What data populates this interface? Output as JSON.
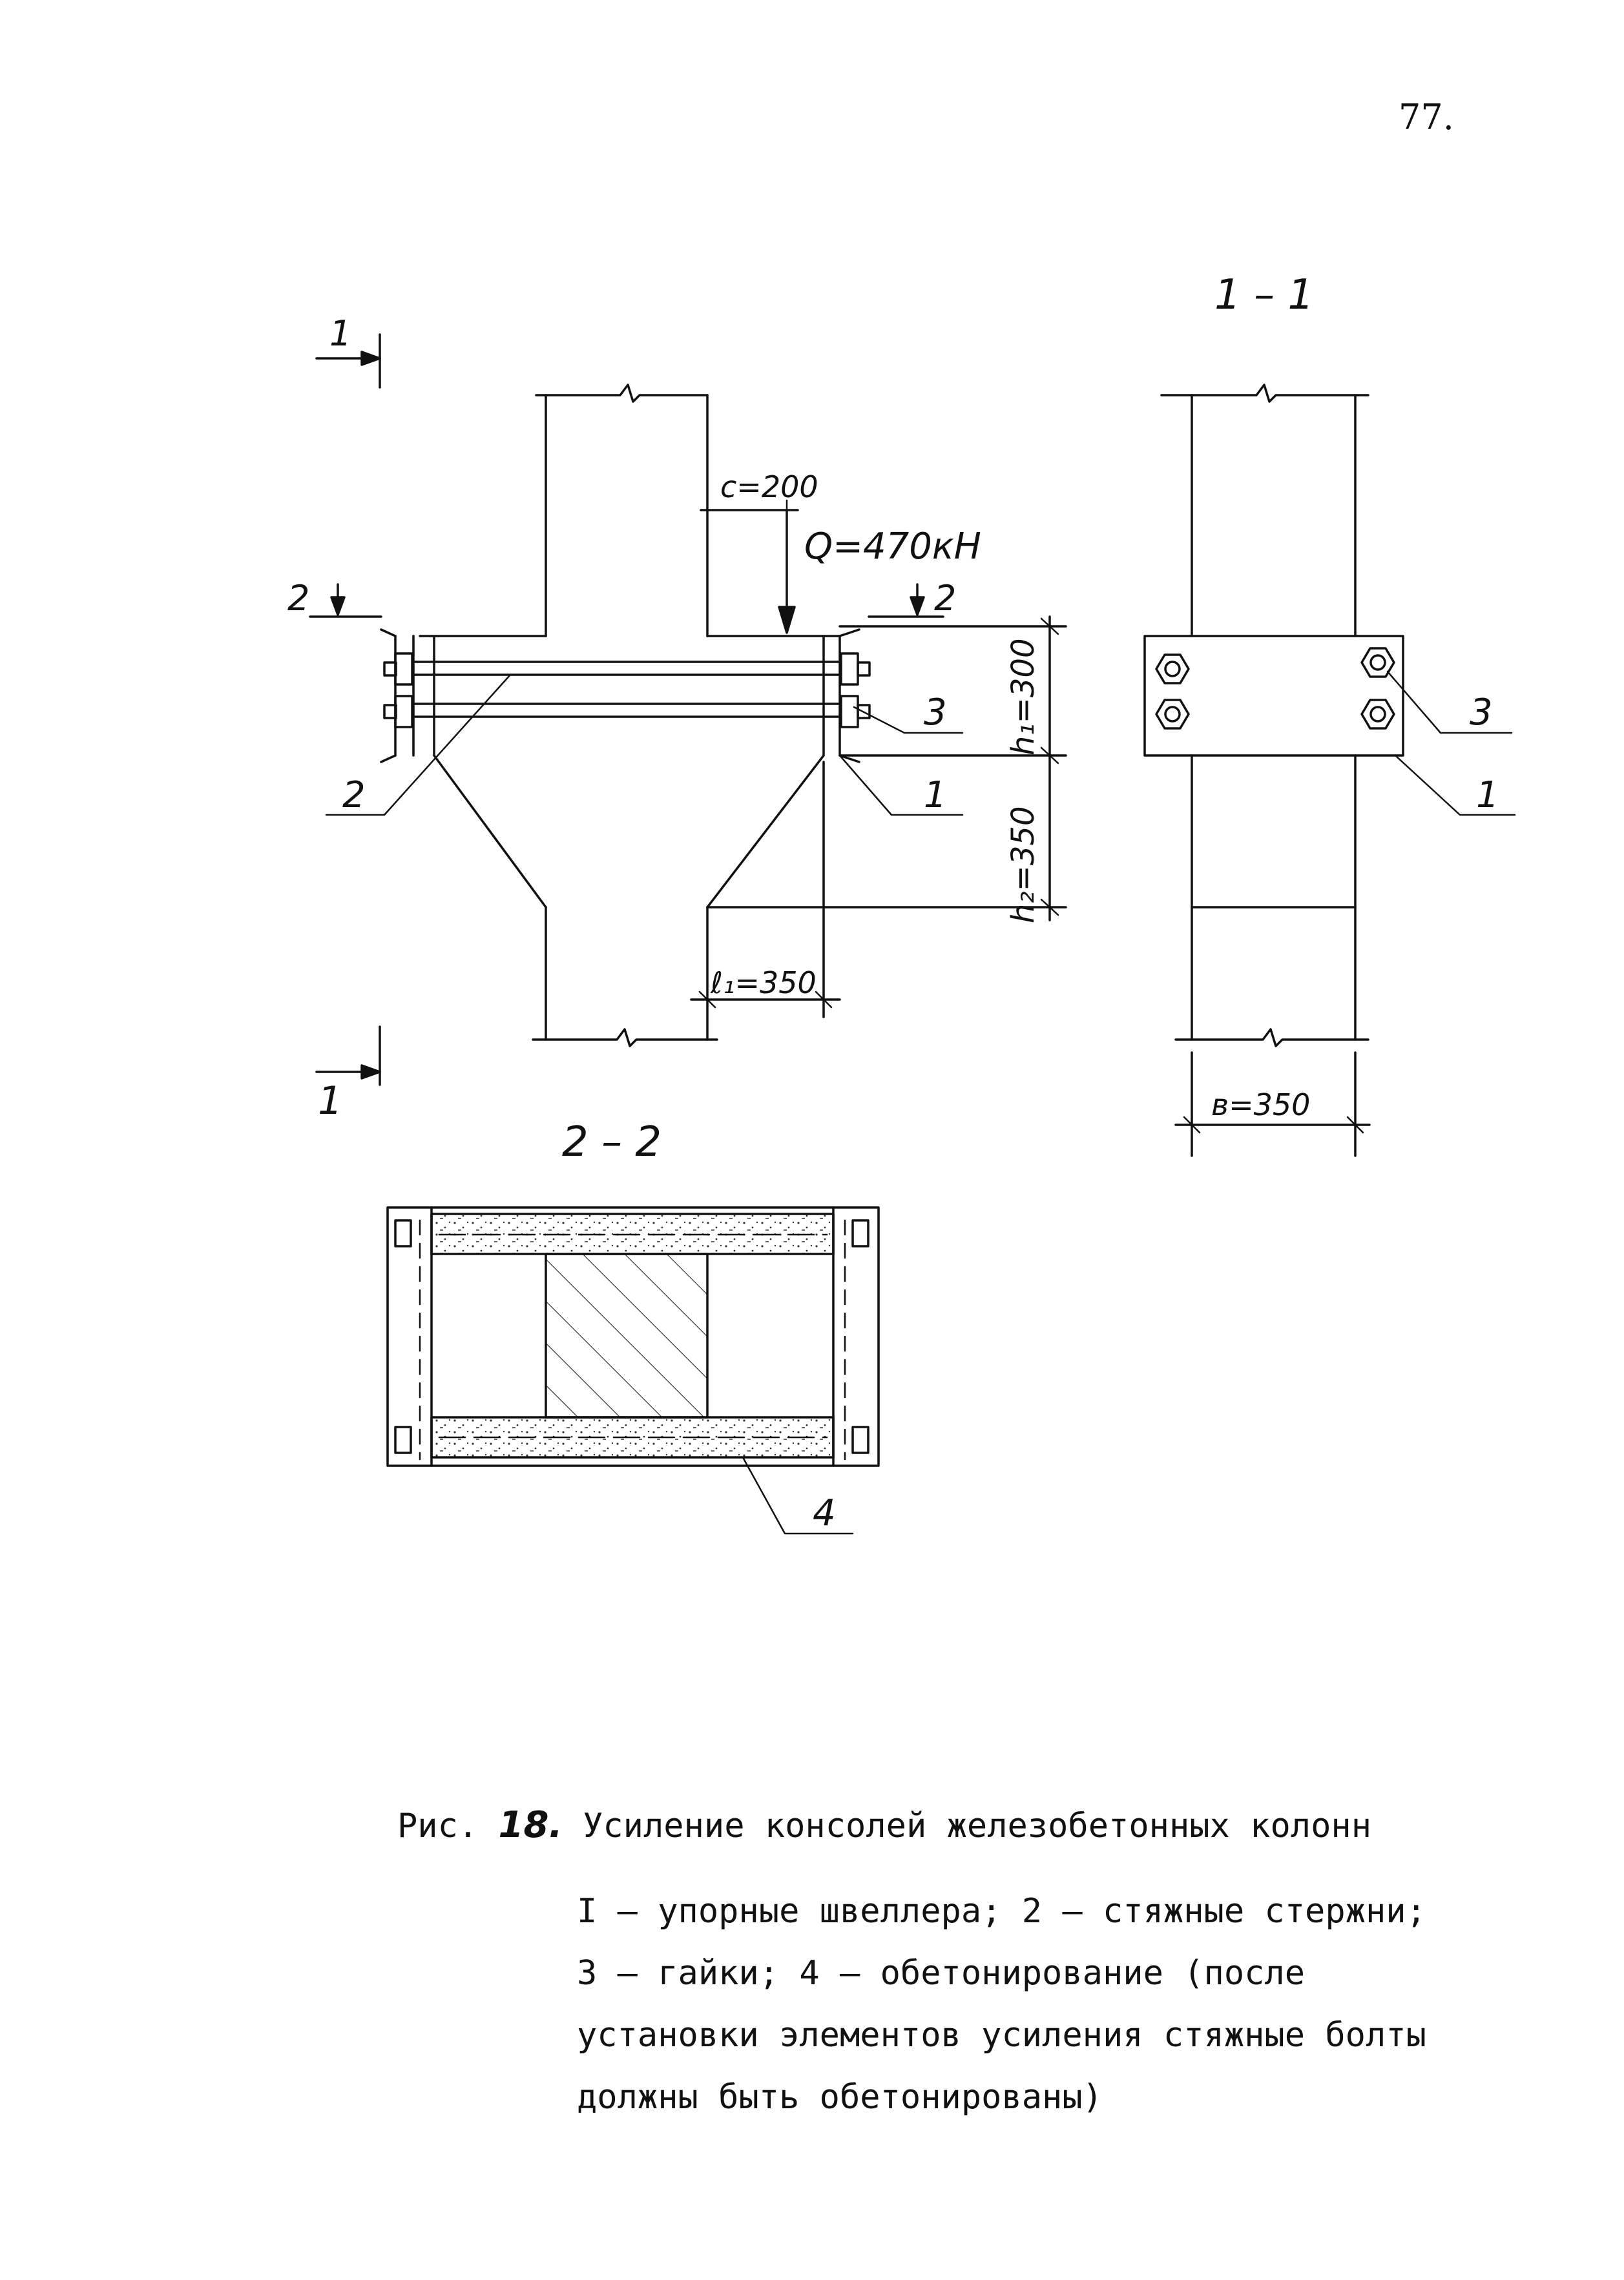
{
  "page_number": "77.",
  "labels": {
    "section_1_1": "1 – 1",
    "section_2_2": "2 – 2",
    "cut_1": "1",
    "cut_2": "2",
    "dim_c": "c=200",
    "load_q": "Q=470кН",
    "dim_h1": "h₁=300",
    "dim_h2": "h₂=350",
    "dim_l1": "ℓ₁=350",
    "dim_b": "в=350",
    "callout_1": "1",
    "callout_2": "2",
    "callout_3": "3",
    "callout_4": "4"
  },
  "caption": {
    "prefix": "Рис.",
    "figure_number": "18.",
    "title": "Усиление консолей железобетонных колонн",
    "legend_lines": [
      "I – упорные швеллера;  2 – стяжные стержни;",
      "3 – гайки;  4 – обетонирование  (после",
      "установки элементов усиления стяжные болты",
      "должны быть обетонированы)"
    ]
  }
}
